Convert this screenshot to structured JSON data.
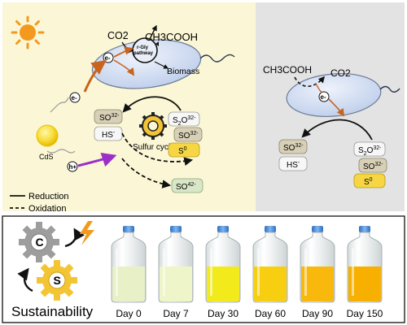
{
  "top": {
    "day": {
      "co2": "CO2",
      "acetate": "CH3COOH",
      "pathway": "r-Gly pathway",
      "biomass": "Biomass",
      "electron": "e-",
      "hole": "h+",
      "catalyst": "CdS",
      "cycle_label": "Sulfur cycle",
      "species": {
        "so3_left": "SO32-",
        "hs": "HS-",
        "s2o3": "S2O32-",
        "so3_right": "SO32-",
        "s0": "S0",
        "so4": "SO42-"
      }
    },
    "night": {
      "acetate": "CH3COOH",
      "co2": "CO2",
      "electron": "e-",
      "species": {
        "so3_left": "SO32-",
        "hs": "HS-",
        "s2o3": "S2O32-",
        "so3_right": "SO32-",
        "s0": "S0"
      }
    },
    "legend": {
      "reduction": "Reduction",
      "oxidation": "Oxidation"
    }
  },
  "bottom": {
    "gear_c": "C",
    "gear_s": "S",
    "title": "Sustainability",
    "bottles": [
      {
        "day": "Day 0",
        "color": "#e7f0c6"
      },
      {
        "day": "Day 7",
        "color": "#eef5c8"
      },
      {
        "day": "Day 30",
        "color": "#f2ea1a"
      },
      {
        "day": "Day 60",
        "color": "#f7cf10"
      },
      {
        "day": "Day 90",
        "color": "#f9b90c"
      },
      {
        "day": "Day 150",
        "color": "#f7b000"
      }
    ]
  },
  "colors": {
    "day_bg": "#fbf7d6",
    "night_bg": "#e3e3e3",
    "cell_fill": "#cfdcf3",
    "sun": "#f39a1e",
    "electron_arrow": "#c8641e",
    "hole_arrow": "#9b2fc8",
    "s0_fill": "#f6d743",
    "so4_fill": "#d9e7c8",
    "so3_fill": "#d8d0b6",
    "gear_s": "#f3c534",
    "gear_c": "#9d9d9d"
  }
}
